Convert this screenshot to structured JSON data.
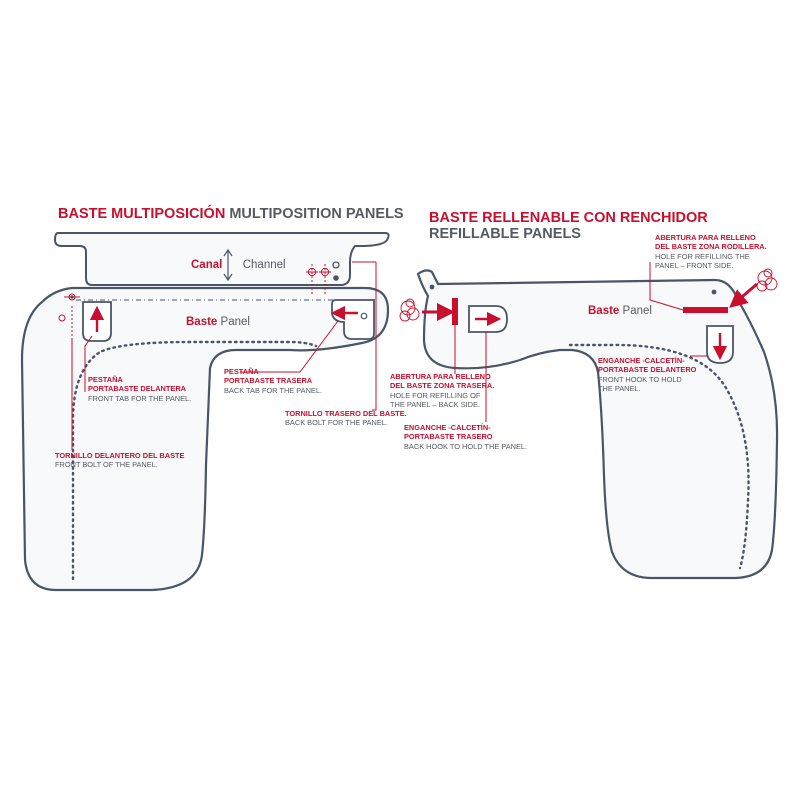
{
  "multiposition": {
    "title_es": "BASTE MULTIPOSICIÓN",
    "title_en": "MULTIPOSITION PANELS",
    "channel_es": "Canal",
    "channel_en": "Channel",
    "panel_es": "Baste",
    "panel_en": "Panel",
    "front_tab": {
      "es_line1": "PESTAÑA",
      "es_line2": "PORTABASTE DELANTERA",
      "en": "FRONT TAB FOR THE PANEL."
    },
    "back_tab": {
      "es_line1": "PESTAÑA",
      "es_line2": "PORTABASTE TRASERA",
      "en": "BACK TAB FOR THE PANEL."
    },
    "back_bolt": {
      "es": "TORNILLO TRASERO DEL BASTE.",
      "en": "BACK BOLT FOR THE PANEL."
    },
    "front_bolt": {
      "es": "TORNILLO DELANTERO DEL BASTE",
      "en": "FRONT BOLT OF THE PANEL."
    }
  },
  "refillable": {
    "title_es": "BASTE RELLENABLE CON RENCHIDOR",
    "title_en": "REFILLABLE PANELS",
    "panel_es": "Baste",
    "panel_en": "Panel",
    "refill_back": {
      "es_line1": "ABERTURA PARA RELLENO",
      "es_line2": "DEL BASTE ZONA TRASERA.",
      "en_line1": "HOLE FOR REFILLING OF",
      "en_line2": "THE PANEL – BACK SIDE."
    },
    "back_hook": {
      "es_line1": "ENGANCHE -CALCETÍN-",
      "es_line2": "PORTABASTE TRASERO",
      "en": "BACK HOOK TO HOLD THE PANEL."
    },
    "refill_front": {
      "es_line1": "ABERTURA PARA RELLENO",
      "es_line2": "DEL BASTE ZONA RODILLERA.",
      "en_line1": "HOLE FOR REFILLING THE",
      "en_line2": "PANEL – FRONT SIDE."
    },
    "front_hook": {
      "es_line1": "ENGANCHE -CALCETÍN-",
      "es_line2": "PORTABASTE DELANTERO",
      "en_line1": "FRONT HOOK TO HOLD",
      "en_line2": "THE PANEL."
    }
  },
  "colors": {
    "red": "#c8102e",
    "outline": "#4a5568",
    "fill": "#f8f9fb",
    "text_gray": "#555a62"
  }
}
